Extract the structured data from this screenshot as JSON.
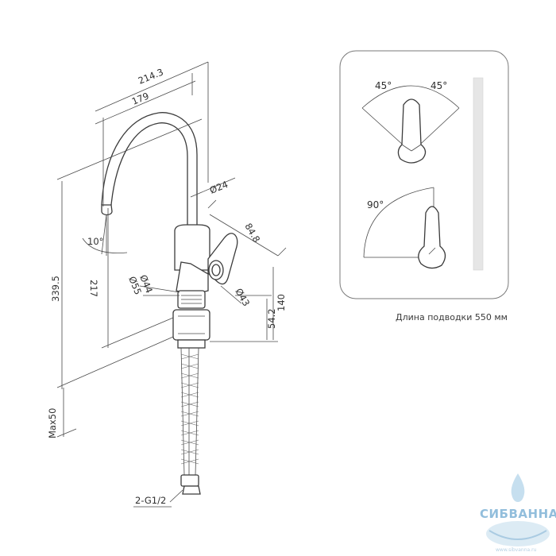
{
  "dimensions": {
    "total_reach": "214.3",
    "spout_reach": "179",
    "spout_diameter": "Ø24",
    "lever_reach": "84.8",
    "body_height": "339.5",
    "spout_height": "217",
    "base_diameter_small": "Ø44",
    "base_diameter_large": "Ø55",
    "lever_diameter": "Ø43",
    "lever_height": "140",
    "lever_offset": "54.2",
    "max_countertop": "Max50",
    "thread": "2-G1/2",
    "tilt_angle": "10°"
  },
  "angle_panel": {
    "left_angle": "45°",
    "right_angle": "45°",
    "lift_angle": "90°",
    "hose_length_note": "Длина подводки 550 мм"
  },
  "watermark": {
    "brand": "СИБВАННА",
    "url": "www.sibvanna.ru"
  },
  "colors": {
    "line": "#3b3b3b",
    "panel_border": "#7a7a7a",
    "watermark_blue": "#7fb3d6"
  }
}
